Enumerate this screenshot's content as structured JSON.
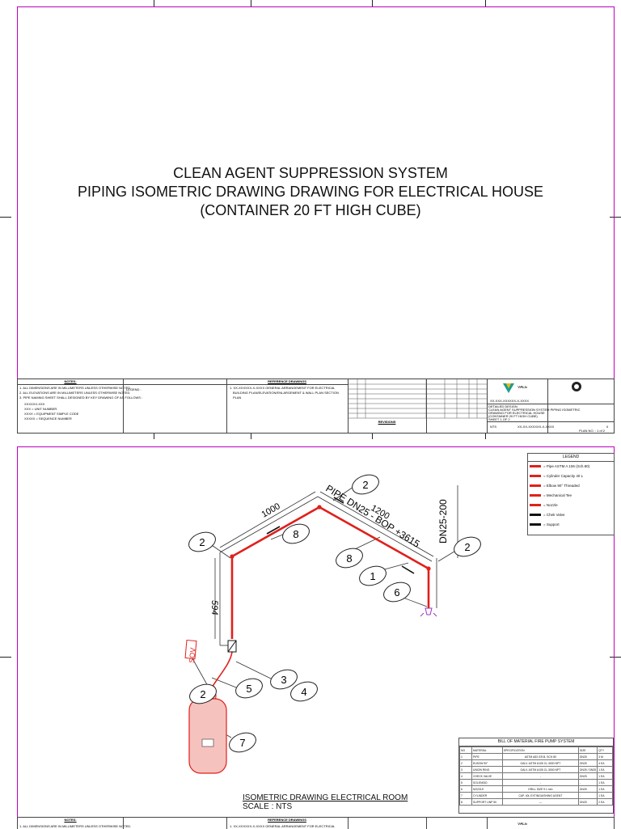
{
  "sheet1": {
    "title_lines": [
      "CLEAN AGENT SUPPRESSION SYSTEM",
      "PIPING ISOMETRIC DRAWING DRAWING FOR ELECTRICAL HOUSE",
      "(CONTAINER 20 FT HIGH CUBE)"
    ],
    "notes_header": "NOTES:",
    "notes": [
      "1. ALL DIMENSIONS ARE IN MILLIMETERS UNLESS OTHERWISE NOTED.",
      "2. ALL ELEVATIONS ARE IN MILLIMETERS UNLESS OTHERWISE NOTED.",
      "3. PIPE NAMING SHEET SHALL DESIGNED BY KEY DRAWING OF AS FOLLOWS :",
      "XXXXXX-XXX",
      "XXX = UNIT NUMBER",
      "XXXX = EQUIPMENT SIMPLE CODE",
      "XXXXX = SEQUENCE NUMBER"
    ],
    "legend_label": "LEGEND :",
    "reference_header": "REFERENCE DRAWINGS",
    "reference": [
      "1. XX-XXXXXX-X-XXXX GENERAL ARRANGEMENT FOR ELECTRICAL",
      "BUILDING PLAN/ELEVATION/ENLARGEMENT & WALL PLAN SECTION",
      "PLAN"
    ],
    "revision_header": "REVISIONS",
    "company": "VALE",
    "drawing_no": "XX-XXX-XXXXXX-X-XXXX",
    "project_lines": [
      "DETAILED DESIGN",
      "CLEAN AGENT SUPPRESSION SYSTEM PIPING ISOMETRIC",
      "DRAWING FOR ELECTRICAL HOUSE",
      "(CONTAINER 20 FT HIGH CUBE)",
      "SHEET 1 OF 2"
    ],
    "scale": "NTS",
    "sheet_no": "XX-XX-XXXXXX-X-XXXX",
    "rev": "0",
    "plan_label": "PLAN NO. : 1 of 2"
  },
  "drawing": {
    "dims": {
      "d1000": "1000",
      "d1200": "1200",
      "d594": "594",
      "pipe_label": "PIPE DN25 - BOP +3615",
      "dn_label": "DN25-200",
      "sov": "SOV"
    },
    "balloons": [
      "2",
      "2",
      "2",
      "2",
      "8",
      "8",
      "1",
      "6",
      "3",
      "4",
      "5",
      "7"
    ],
    "caption_title": "ISOMETRIC DRAWING ELECTRICAL ROOM",
    "caption_scale": "SCALE : NTS"
  },
  "legend": {
    "title": "LEGEND",
    "items": [
      {
        "label": "= Pipe ASTM A 106 (Sch.80)",
        "icon": "pipe-line-icon",
        "color": "#e0201c"
      },
      {
        "label": "= Cylinder Capacity 40 L",
        "icon": "cylinder-icon",
        "color": "#e0201c"
      },
      {
        "label": "= Elbow 90° Threaded",
        "icon": "elbow-icon",
        "color": "#e0201c"
      },
      {
        "label": "= Mechanical Tee",
        "icon": "tee-icon",
        "color": "#e0201c"
      },
      {
        "label": "= Nozzle",
        "icon": "nozzle-icon",
        "color": "#e0201c"
      },
      {
        "label": "= Chek Valve",
        "icon": "check-valve-icon",
        "color": "#111111"
      },
      {
        "label": "= Support",
        "icon": "support-icon",
        "color": "#111111"
      }
    ]
  },
  "bom": {
    "title": "BILL OF MATERIAL FIRE PUMP SYSTEM",
    "headers": [
      "NO",
      "MATERIAL",
      "SPECIFICATION",
      "SIZE",
      "QTY"
    ],
    "rows": [
      [
        "1",
        "PIPE",
        "ASTM A53 GR.B, SCH 80",
        "DN25",
        "3 M"
      ],
      [
        "2",
        "ELBOW 90°",
        "GALV. ASTM A105 CL.3000 NPT",
        "DN25",
        "4 EA"
      ],
      [
        "3",
        "UNION RING",
        "GALV. ASTM A105 CL.3000 NPT",
        "DN25 / DN25",
        "1 EA"
      ],
      [
        "4",
        "CHECK VALVE",
        "-",
        "DN25",
        "1 EA"
      ],
      [
        "5",
        "SOLENOID",
        "-",
        "-",
        "1 EA"
      ],
      [
        "6",
        "NOZZLE",
        "DRILL SIZE 9.1 mm",
        "DN25",
        "1 EA"
      ],
      [
        "7",
        "CYLINDER",
        "CAP. 40L EXTINGUISHING AGENT",
        "-",
        "1 EA"
      ],
      [
        "8",
        "SUPPORT UNP 50",
        "—",
        "DN25",
        "2 EA"
      ]
    ]
  },
  "colors": {
    "pipe": "#e0201c",
    "frame": "#c000c0",
    "line": "#222222"
  }
}
